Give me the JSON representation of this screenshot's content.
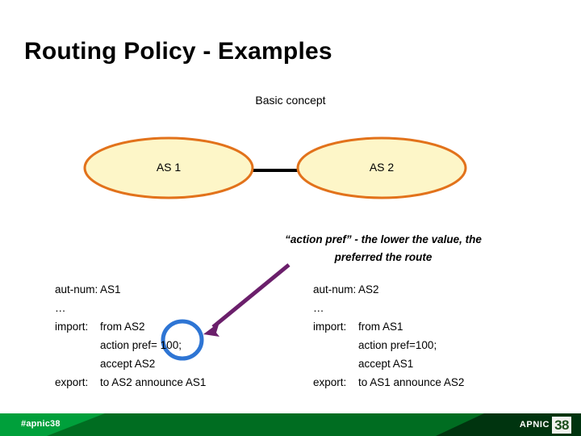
{
  "slide": {
    "title": "Routing Policy - Examples",
    "subtitle": "Basic concept"
  },
  "diagram": {
    "node_left_label": "AS 1",
    "node_right_label": "AS 2",
    "node_fill_color": "#FDF6C8",
    "node_border_color": "#E2721B",
    "link_color": "#000000",
    "annotation": {
      "line1": "“action pref” - the lower the value, the",
      "line2": "preferred the route"
    },
    "highlight_circle_color": "#2E75D4",
    "arrow_color": "#6B1F6B"
  },
  "code_left": {
    "lines": [
      {
        "key": "aut-num:",
        "value": "AS1",
        "indent": false
      },
      {
        "key": "…",
        "value": "",
        "indent": false
      },
      {
        "key": "import:",
        "value": "from AS2",
        "indent": false
      },
      {
        "key": "",
        "value": "action pref= 100;",
        "indent": true
      },
      {
        "key": "",
        "value": "accept AS2",
        "indent": true
      },
      {
        "key": "export:",
        "value": "to AS2 announce AS1",
        "indent": false
      }
    ]
  },
  "code_right": {
    "lines": [
      {
        "key": "aut-num:",
        "value": "AS2",
        "indent": false
      },
      {
        "key": "…",
        "value": "",
        "indent": false
      },
      {
        "key": "import:",
        "value": "from AS1",
        "indent": false
      },
      {
        "key": "",
        "value": "action pref=100;",
        "indent": true
      },
      {
        "key": "",
        "value": "accept AS1",
        "indent": true
      },
      {
        "key": "export:",
        "value": "to AS1 announce AS2",
        "indent": false
      }
    ]
  },
  "footer": {
    "hashtag": "#apnic38",
    "logo_text": "APNIC",
    "logo_number": "38",
    "bright_green": "#00a03b",
    "mid_green": "#006d21",
    "dark_green": "#00340f"
  }
}
